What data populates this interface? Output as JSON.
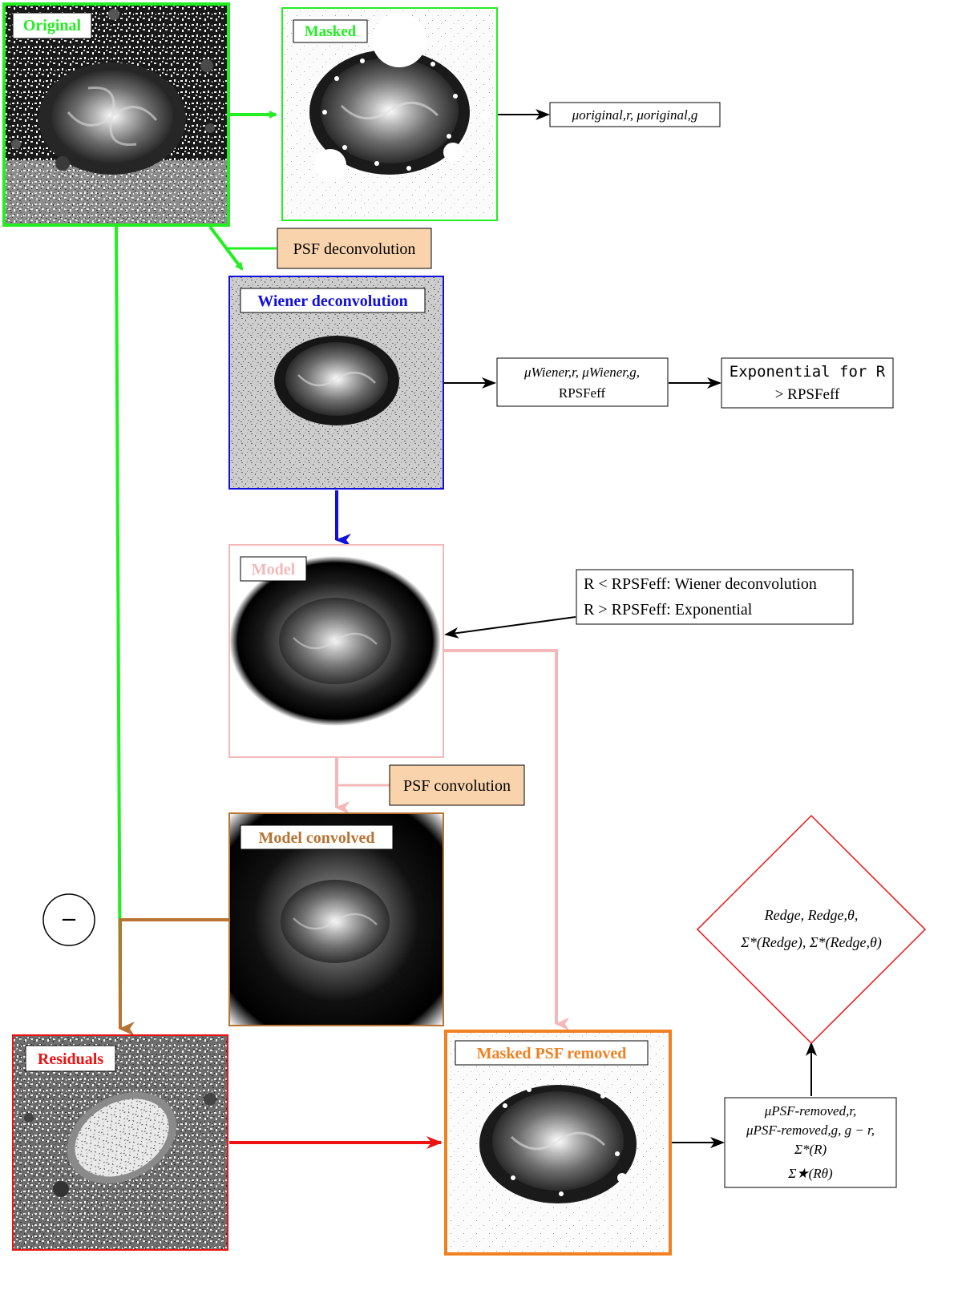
{
  "colors": {
    "original": "#22ee22",
    "masked": "#22ee22",
    "wiener": "#1010dd",
    "model": "#f4b8b8",
    "model_convolved": "#b87333",
    "residuals": "#ee1111",
    "psf_removed": "#f08020",
    "process_box": "#f9d3ac",
    "edge": "#ee1111"
  },
  "panels": {
    "original": "Original",
    "masked": "Masked",
    "wiener": "Wiener deconvolution",
    "model": "Model",
    "model_convolved": "Model convolved",
    "residuals": "Residuals",
    "psf_removed": "Masked PSF removed"
  },
  "process": {
    "psf_deconvolution": "PSF deconvolution",
    "psf_convolution": "PSF convolution"
  },
  "operator": {
    "minus": "−"
  },
  "outputs": {
    "original_sb": "μoriginal,r, μoriginal,g",
    "wiener_sb_line1": "μWiener,r, μWiener,g,",
    "wiener_sb_line2": "RPSFeff",
    "exponential_line1": "Exponential for R",
    "exponential_line2": "> RPSFeff",
    "model_rule_line1": "R < RPSFeff: Wiener deconvolution",
    "model_rule_line2": "R > RPSFeff: Exponential",
    "final_line1": "μPSF-removed,r,",
    "final_line2": "μPSF-removed,g, g − r,",
    "final_line3": "Σ*(R)",
    "final_line4": "Σ★(Rθ)",
    "edge_line1": "Redge, Redge,θ,",
    "edge_line2": "Σ*(Redge), Σ*(Redge,θ)"
  }
}
